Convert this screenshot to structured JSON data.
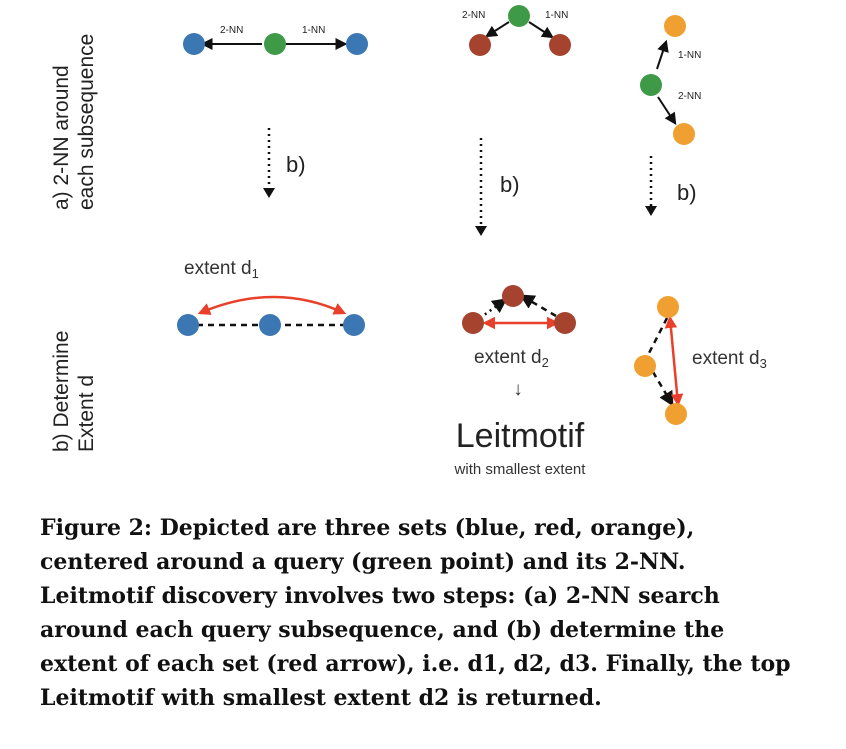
{
  "row_labels": {
    "row_a_line1": "a) 2-NN around",
    "row_a_line2": "each subsequence",
    "row_b_line1": "b) Determine",
    "row_b_line2": "Extent d"
  },
  "top_labels": {
    "blue_2nn": "2-NN",
    "blue_1nn": "1-NN",
    "red_2nn": "2-NN",
    "red_1nn": "1-NN",
    "orange_1nn": "1-NN",
    "orange_2nn": "2-NN"
  },
  "step_label": "b)",
  "extents": {
    "d1": "extent d",
    "d1_sub": "1",
    "d2": "extent d",
    "d2_sub": "2",
    "d3": "extent d",
    "d3_sub": "3"
  },
  "result": {
    "arrow": "↓",
    "title": "Leitmotif",
    "subtitle": "with smallest extent"
  },
  "colors": {
    "blue": "#3b78b3",
    "green": "#3f9a48",
    "red_set": "#a5432f",
    "orange": "#f0a030",
    "extent_arrow": "#e8402a"
  },
  "caption": {
    "figure_label": "Figure 2:",
    "text": "Depicted are three sets (blue, red, orange), centered around a query (green point) and its 2-NN. Leitmotif discovery involves two steps: (a) 2-NN search around each query subsequence, and (b) determine the extent of each set (red arrow), i.e. d1, d2, d3. Finally, the top Leitmotif with smallest extent d2 is returned."
  }
}
